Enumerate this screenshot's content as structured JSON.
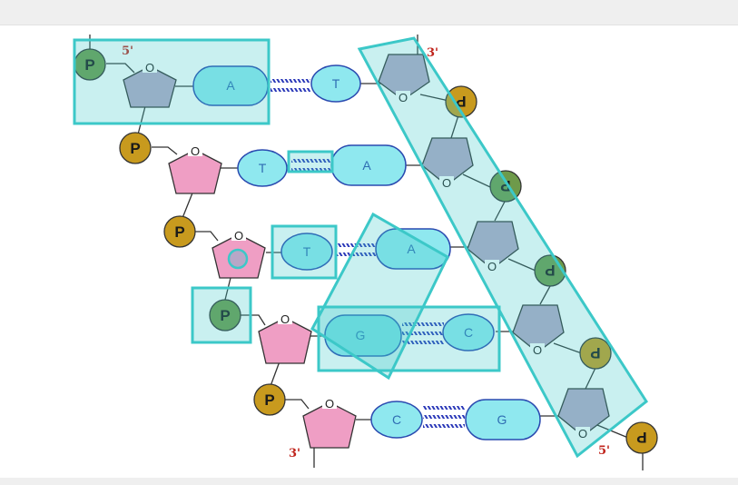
{
  "labels": {
    "five_prime_top": "5'",
    "three_prime_top": "3'",
    "three_prime_bottom": "3'",
    "five_prime_bottom": "5'",
    "phosphate": "P",
    "oxygen": "O"
  },
  "left_strand_bases": [
    "A",
    "T",
    "T",
    "G",
    "C"
  ],
  "right_strand_bases": [
    "T",
    "A",
    "A",
    "C",
    "G"
  ],
  "colors": {
    "highlight": "#3cc8c8",
    "highlight_fill": "#c6f0f0",
    "phosphate_gold": "#c89a1e",
    "phosphate_green": "#6e9a4a",
    "sugar_pink": "#ef9ec4",
    "sugar_purple": "#b7a7c7",
    "base_fill": "#8fe8ef",
    "hbond_blue": "#2a38b8"
  }
}
